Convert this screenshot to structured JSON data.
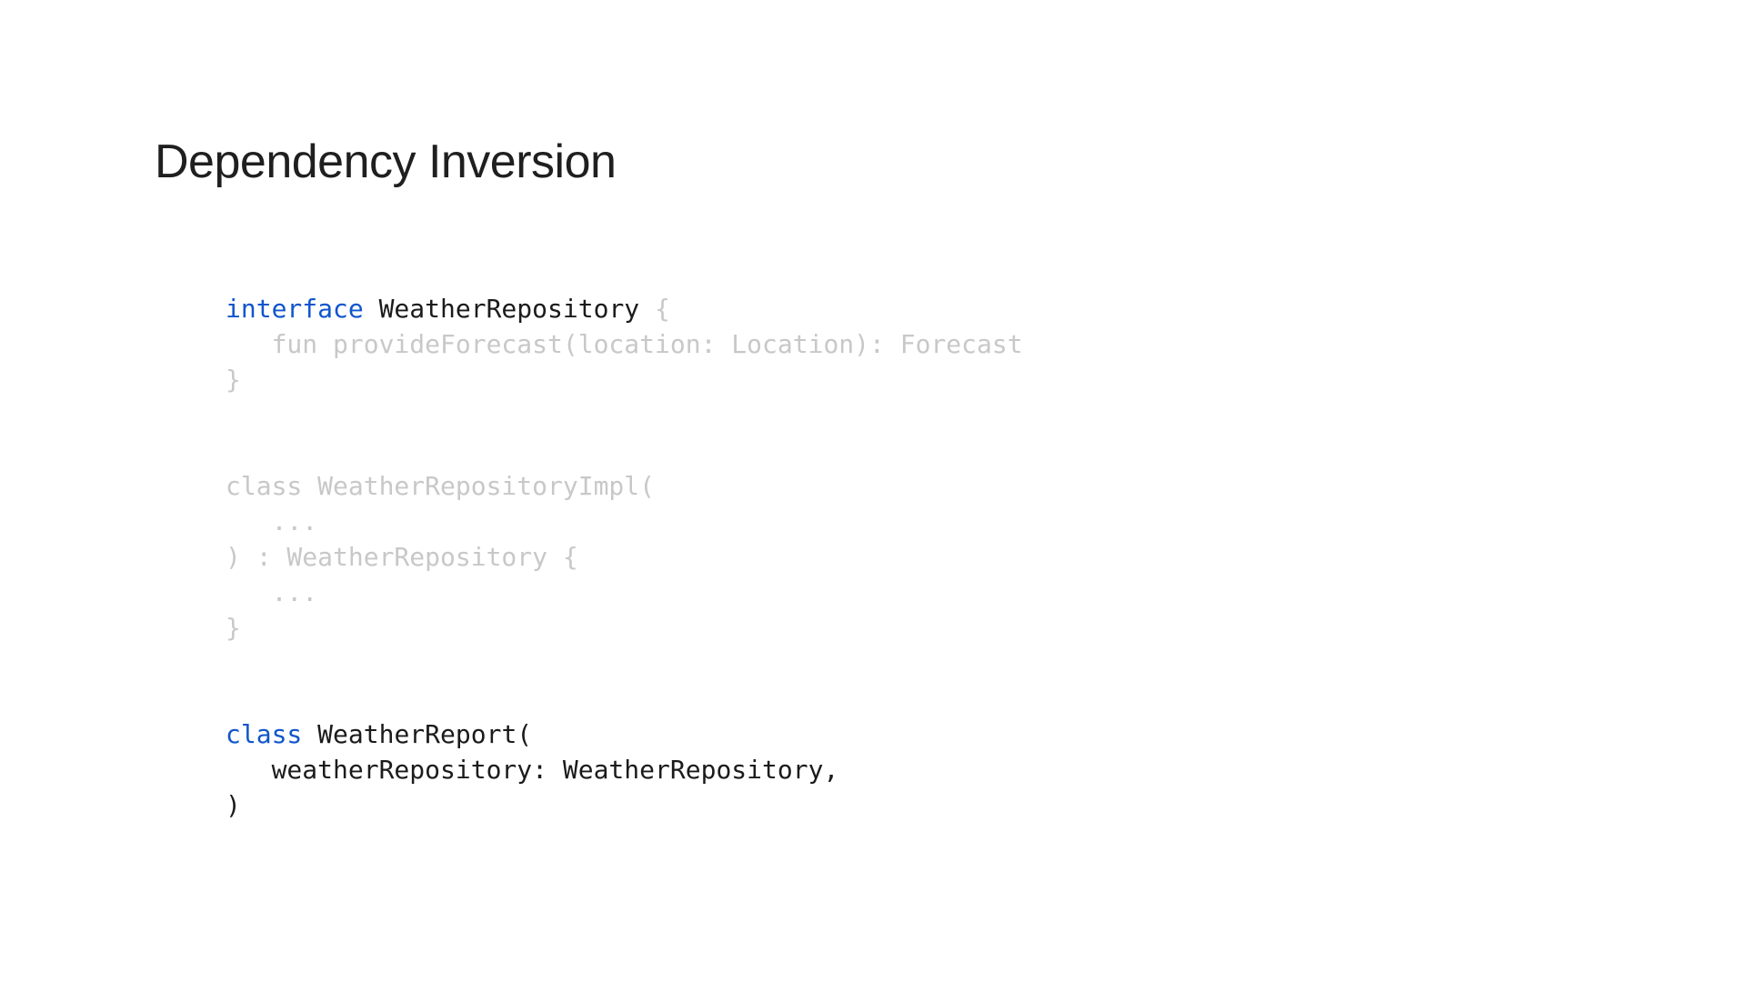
{
  "slide": {
    "title": "Dependency Inversion"
  },
  "colors": {
    "background": "#FFFFFF",
    "title_text": "#1F1F1F",
    "code_default": "#1B1B1B",
    "code_keyword": "#1155CC",
    "code_dimmed": "#C8C8C8"
  },
  "code": {
    "language": "kotlin",
    "lines": [
      {
        "tokens": [
          {
            "t": "interface",
            "c": "keyword"
          },
          {
            "t": " WeatherRepository ",
            "c": "default"
          },
          {
            "t": "{",
            "c": "dimmed"
          }
        ]
      },
      {
        "tokens": [
          {
            "t": "   fun provideForecast(location: Location): Forecast",
            "c": "dimmed"
          }
        ]
      },
      {
        "tokens": [
          {
            "t": "}",
            "c": "dimmed"
          }
        ]
      },
      {
        "tokens": []
      },
      {
        "tokens": []
      },
      {
        "tokens": [
          {
            "t": "class WeatherRepositoryImpl(",
            "c": "dimmed"
          }
        ]
      },
      {
        "tokens": [
          {
            "t": "   ...",
            "c": "dimmed"
          }
        ]
      },
      {
        "tokens": [
          {
            "t": ") : WeatherRepository {",
            "c": "dimmed"
          }
        ]
      },
      {
        "tokens": [
          {
            "t": "   ...",
            "c": "dimmed"
          }
        ]
      },
      {
        "tokens": [
          {
            "t": "}",
            "c": "dimmed"
          }
        ]
      },
      {
        "tokens": []
      },
      {
        "tokens": []
      },
      {
        "tokens": [
          {
            "t": "class",
            "c": "keyword"
          },
          {
            "t": " WeatherReport(",
            "c": "default"
          }
        ]
      },
      {
        "tokens": [
          {
            "t": "   weatherRepository: WeatherRepository,",
            "c": "default"
          }
        ]
      },
      {
        "tokens": [
          {
            "t": ")",
            "c": "default"
          }
        ]
      }
    ]
  }
}
